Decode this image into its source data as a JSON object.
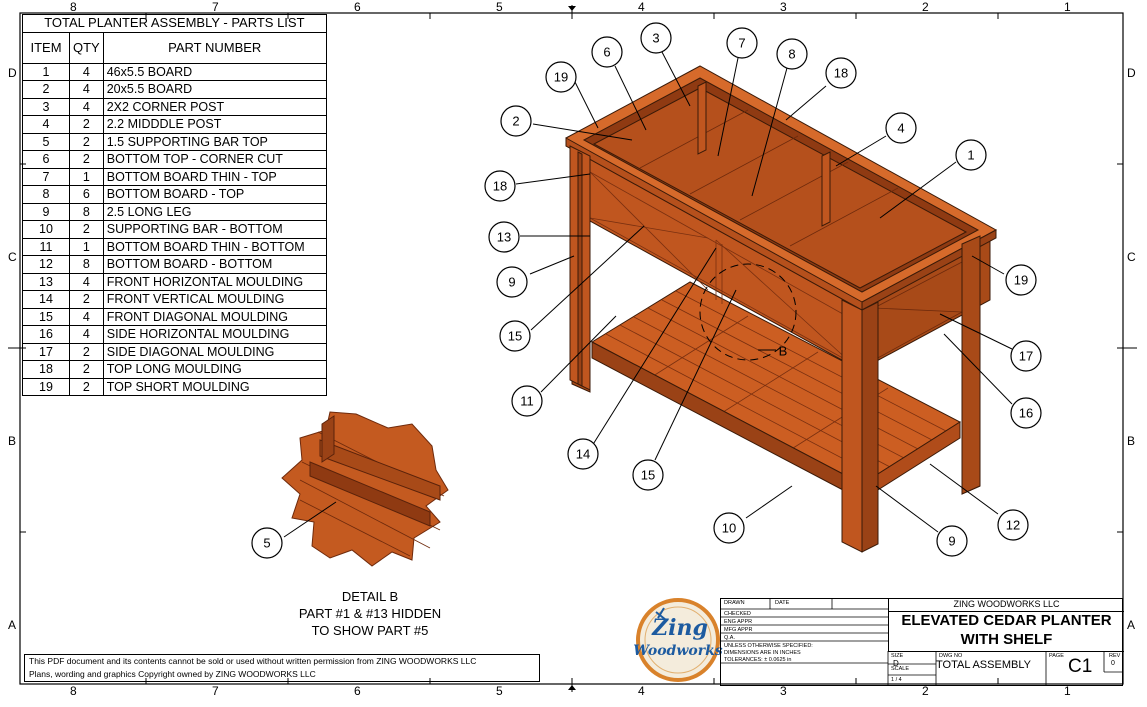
{
  "zones": {
    "top": [
      "8",
      "7",
      "6",
      "5",
      "4",
      "3",
      "2",
      "1"
    ],
    "bottom": [
      "8",
      "7",
      "6",
      "5",
      "4",
      "3",
      "2",
      "1"
    ],
    "left": [
      "D",
      "C",
      "B",
      "A"
    ],
    "right": [
      "D",
      "C",
      "B",
      "A"
    ]
  },
  "parts_list": {
    "title": "TOTAL PLANTER ASSEMBLY - PARTS LIST",
    "headers": [
      "ITEM",
      "QTY",
      "PART NUMBER"
    ],
    "rows": [
      [
        "1",
        "4",
        "46x5.5 BOARD"
      ],
      [
        "2",
        "4",
        "20x5.5 BOARD"
      ],
      [
        "3",
        "4",
        "2X2 CORNER POST"
      ],
      [
        "4",
        "2",
        "2.2 MIDDDLE POST"
      ],
      [
        "5",
        "2",
        "1.5 SUPPORTING BAR TOP"
      ],
      [
        "6",
        "2",
        "BOTTOM TOP - CORNER CUT"
      ],
      [
        "7",
        "1",
        "BOTTOM BOARD THIN - TOP"
      ],
      [
        "8",
        "6",
        "BOTTOM BOARD - TOP"
      ],
      [
        "9",
        "8",
        "2.5 LONG LEG"
      ],
      [
        "10",
        "2",
        "SUPPORTING BAR - BOTTOM"
      ],
      [
        "11",
        "1",
        "BOTTOM BOARD THIN - BOTTOM"
      ],
      [
        "12",
        "8",
        "BOTTOM BOARD - BOTTOM"
      ],
      [
        "13",
        "4",
        "FRONT HORIZONTAL MOULDING"
      ],
      [
        "14",
        "2",
        "FRONT VERTICAL MOULDING"
      ],
      [
        "15",
        "4",
        "FRONT DIAGONAL MOULDING"
      ],
      [
        "16",
        "4",
        "SIDE HORIZONTAL MOULDING"
      ],
      [
        "17",
        "2",
        "SIDE DIAGONAL MOULDING"
      ],
      [
        "18",
        "2",
        "TOP LONG MOULDING"
      ],
      [
        "19",
        "2",
        "TOP SHORT MOULDING"
      ]
    ]
  },
  "balloons": [
    "19",
    "6",
    "3",
    "7",
    "8",
    "18",
    "2",
    "4",
    "1",
    "18",
    "13",
    "9",
    "19",
    "15",
    "17",
    "11",
    "16",
    "14",
    "15",
    "10",
    "9",
    "12",
    "5"
  ],
  "detail_label": "B",
  "detail_caption": [
    "DETAIL  B",
    "PART #1 & #13 HIDDEN",
    "TO SHOW PART #5"
  ],
  "copyright": [
    "This PDF document and its contents cannot be sold or used without written permission from ZING WOODWORKS LLC",
    "Plans, wording and graphics Copyright owned by ZING WOODWORKS LLC"
  ],
  "logo": {
    "line1": "Zing",
    "line2": "Woodworks"
  },
  "title_block": {
    "drawn": "DRAWN",
    "date": "DATE",
    "checked": "CHECKED",
    "eng": "ENG APPR",
    "mfg": "MFG APPR",
    "qa": "Q.A.",
    "tol1": "UNLESS OTHERWISE SPECIFIED:",
    "tol2": "DIMENSIONS ARE IN INCHES",
    "tol3": "TOLERANCES: ± 0.0625 in",
    "company": "ZING WOODWORKS LLC",
    "title1": "ELEVATED CEDAR  PLANTER",
    "title2": "WITH SHELF",
    "size_label": "SIZE",
    "size": "D",
    "dwg_label": "DWG NO",
    "dwg_name": "TOTAL ASSEMBLY",
    "rev_label": "REV",
    "rev": "0",
    "scale_label": "SCALE",
    "scale": "1 / 4",
    "sheet_label": "PAGE",
    "sheet": "C1"
  },
  "colors": {
    "wood": "#c0561f",
    "wood_dark": "#8f3a12",
    "wood_light": "#d66a2b",
    "line": "#000000"
  }
}
